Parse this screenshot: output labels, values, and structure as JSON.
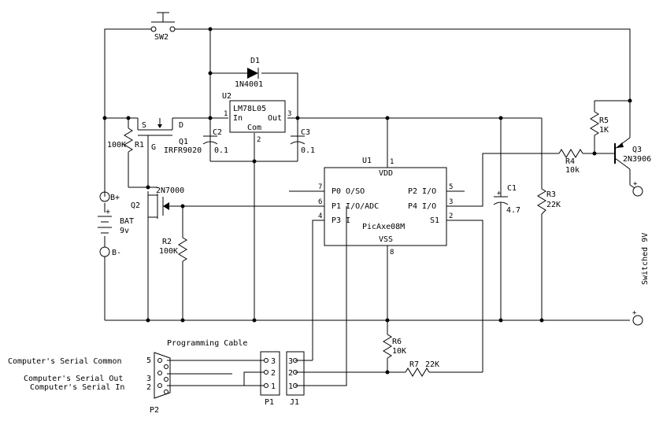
{
  "switch": {
    "name": "SW2"
  },
  "diode": {
    "name": "D1",
    "part": "1N4001"
  },
  "regulator": {
    "ref": "U2",
    "part": "LM78L05",
    "pin_in": "In",
    "pin_out": "Out",
    "pin_com": "Com",
    "pin_in_num": "1",
    "pin_out_num": "3",
    "pin_com_num": "2"
  },
  "capacitors": {
    "c2": {
      "name": "C2",
      "value": "0.1"
    },
    "c3": {
      "name": "C3",
      "value": "0.1"
    },
    "c1": {
      "name": "C1",
      "value": "4.7",
      "plus": "+"
    }
  },
  "mosfet_q1": {
    "name": "Q1",
    "part": "IRFR9020",
    "s": "S",
    "g": "G",
    "d": "D"
  },
  "q2": {
    "name": "Q2",
    "part": "2N7000"
  },
  "q3": {
    "name": "Q3",
    "part": "2N3906"
  },
  "resistors": {
    "r1": {
      "name": "R1",
      "value": "100K"
    },
    "r2": {
      "name": "R2",
      "value": "100K"
    },
    "r3": {
      "name": "R3",
      "value": "22K"
    },
    "r4": {
      "name": "R4",
      "value": "10k"
    },
    "r5": {
      "name": "R5",
      "value": "1K"
    },
    "r6": {
      "name": "R6",
      "value": "10K"
    },
    "r7": {
      "name": "R7",
      "value": "22K"
    }
  },
  "battery": {
    "name": "BAT",
    "voltage": "9v",
    "plus": "+",
    "b_plus": "B+",
    "b_minus": "B-"
  },
  "mcu": {
    "ref": "U1",
    "part": "PicAxe08M",
    "vdd": "VDD",
    "vss": "VSS",
    "p0": "P0 O/SO",
    "p1": "P1 I/O/ADC",
    "p3": "P3 I",
    "p2": "P2 I/O",
    "p4": "P4 I/O",
    "s1": "S1",
    "pins": {
      "vdd": "1",
      "p0": "7",
      "p1": "6",
      "p3": "4",
      "p2": "5",
      "p4": "3",
      "s1": "2",
      "vss": "8"
    }
  },
  "output": {
    "label": "Switched 9V"
  },
  "cable": {
    "title": "Programming Cable",
    "common": "Computer's Serial Common",
    "out": "Computer's Serial Out",
    "in": "Computer's Serial In",
    "db9_pins": [
      "5",
      "3",
      "2"
    ],
    "p1_pins": [
      "3",
      "2",
      "1"
    ],
    "j1_pins": [
      "3",
      "2",
      "1"
    ],
    "p2_name": "P2",
    "p1_name": "P1",
    "j1_name": "J1"
  }
}
